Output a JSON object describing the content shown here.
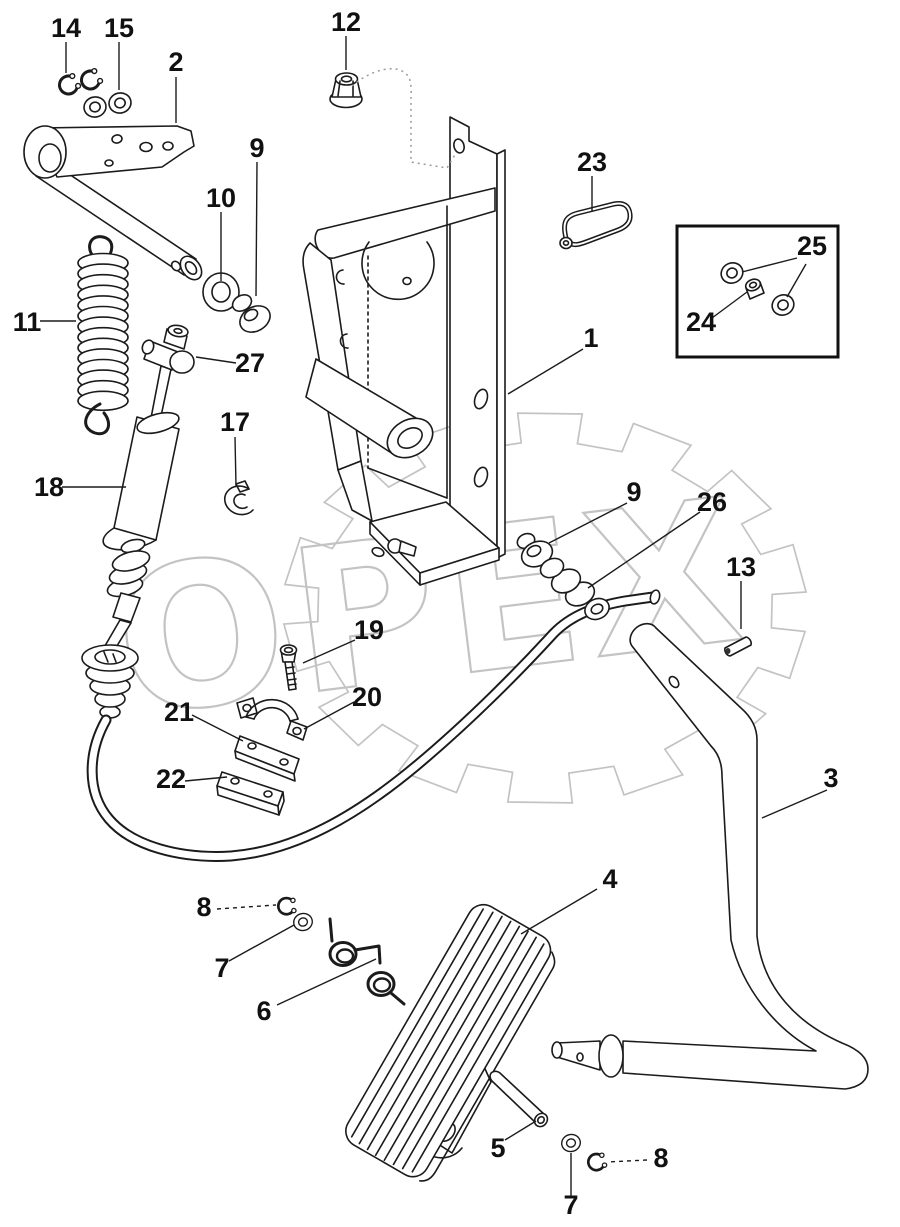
{
  "watermark": {
    "text": "OPEX",
    "color": "#c3c3c3"
  },
  "diagram": {
    "line_color": "#1b1b1b",
    "background": "#ffffff"
  },
  "callouts": [
    {
      "label": "14"
    },
    {
      "label": "15"
    },
    {
      "label": "2"
    },
    {
      "label": "12"
    },
    {
      "label": "23"
    },
    {
      "label": "25"
    },
    {
      "label": "24"
    },
    {
      "label": "9"
    },
    {
      "label": "10"
    },
    {
      "label": "11"
    },
    {
      "label": "27"
    },
    {
      "label": "17"
    },
    {
      "label": "18"
    },
    {
      "label": "1"
    },
    {
      "label": "9"
    },
    {
      "label": "26"
    },
    {
      "label": "13"
    },
    {
      "label": "19"
    },
    {
      "label": "20"
    },
    {
      "label": "21"
    },
    {
      "label": "22"
    },
    {
      "label": "3"
    },
    {
      "label": "4"
    },
    {
      "label": "8"
    },
    {
      "label": "7"
    },
    {
      "label": "6"
    },
    {
      "label": "5"
    },
    {
      "label": "7"
    },
    {
      "label": "8"
    }
  ]
}
